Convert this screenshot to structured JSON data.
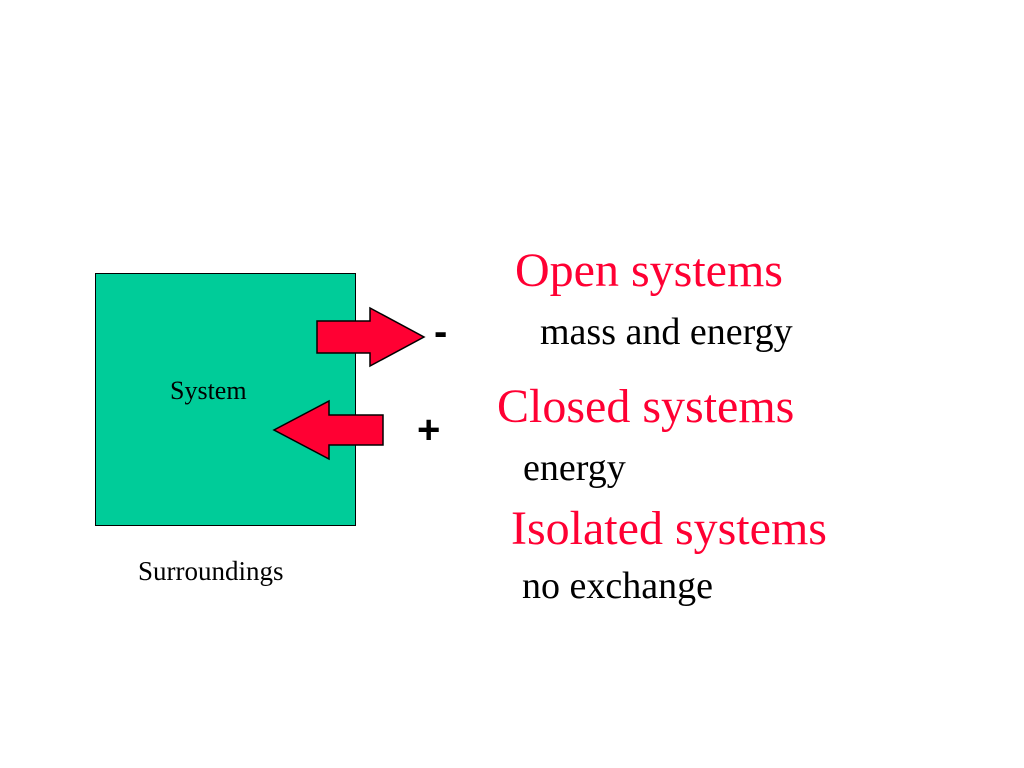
{
  "diagram": {
    "system_label": "System",
    "surroundings_label": "Surroundings",
    "minus_sign": "-",
    "plus_sign": "+",
    "colors": {
      "system_fill": "#00cc99",
      "arrow_fill": "#ff0033",
      "heading_text": "#ff0033",
      "body_text": "#000000"
    }
  },
  "systems": [
    {
      "heading": "Open systems",
      "description": "mass and energy"
    },
    {
      "heading": "Closed systems",
      "description": "energy"
    },
    {
      "heading": "Isolated systems",
      "description": "no exchange"
    }
  ]
}
